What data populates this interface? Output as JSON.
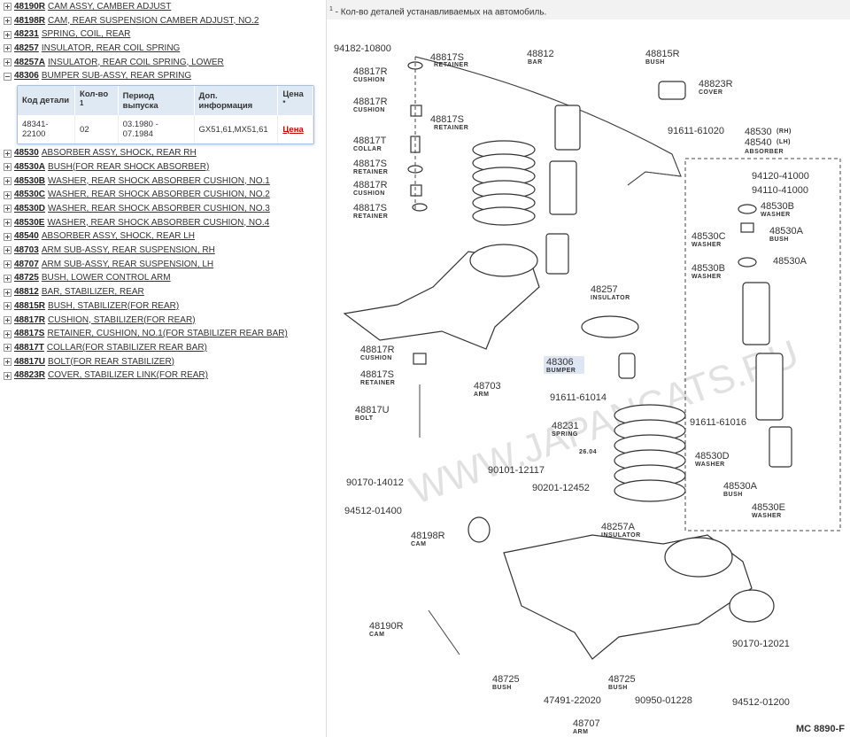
{
  "parts_list": [
    {
      "code": "48190R",
      "name": "CAM ASSY, CAMBER ADJUST",
      "expanded": false
    },
    {
      "code": "48198R",
      "name": "CAM, REAR SUSPENSION CAMBER ADJUST, NO.2",
      "expanded": false
    },
    {
      "code": "48231",
      "name": "SPRING, COIL, REAR",
      "expanded": false
    },
    {
      "code": "48257",
      "name": "INSULATOR, REAR COIL SPRING",
      "expanded": false
    },
    {
      "code": "48257A",
      "name": "INSULATOR, REAR COIL SPRING, LOWER",
      "expanded": false
    },
    {
      "code": "48306",
      "name": "BUMPER SUB-ASSY, REAR SPRING",
      "expanded": true
    },
    {
      "code": "48530",
      "name": "ABSORBER ASSY, SHOCK, REAR RH",
      "expanded": false
    },
    {
      "code": "48530A",
      "name": "BUSH(FOR REAR SHOCK ABSORBER)",
      "expanded": false
    },
    {
      "code": "48530B",
      "name": "WASHER, REAR SHOCK ABSORBER CUSHION, NO.1",
      "expanded": false
    },
    {
      "code": "48530C",
      "name": "WASHER, REAR SHOCK ABSORBER CUSHION, NO.2",
      "expanded": false
    },
    {
      "code": "48530D",
      "name": "WASHER, REAR SHOCK ABSORBER CUSHION, NO.3",
      "expanded": false
    },
    {
      "code": "48530E",
      "name": "WASHER, REAR SHOCK ABSORBER CUSHION, NO.4",
      "expanded": false
    },
    {
      "code": "48540",
      "name": "ABSORBER ASSY, SHOCK, REAR LH",
      "expanded": false
    },
    {
      "code": "48703",
      "name": "ARM SUB-ASSY, REAR SUSPENSION, RH",
      "expanded": false
    },
    {
      "code": "48707",
      "name": "ARM SUB-ASSY, REAR SUSPENSION, LH",
      "expanded": false
    },
    {
      "code": "48725",
      "name": "BUSH, LOWER CONTROL ARM",
      "expanded": false
    },
    {
      "code": "48812",
      "name": "BAR, STABILIZER, REAR",
      "expanded": false
    },
    {
      "code": "48815R",
      "name": "BUSH, STABILIZER(FOR REAR)",
      "expanded": false
    },
    {
      "code": "48817R",
      "name": "CUSHION, STABILIZER(FOR REAR)",
      "expanded": false
    },
    {
      "code": "48817S",
      "name": "RETAINER, CUSHION, NO.1(FOR STABILIZER REAR BAR)",
      "expanded": false
    },
    {
      "code": "48817T",
      "name": "COLLAR(FOR STABILIZER REAR BAR)",
      "expanded": false
    },
    {
      "code": "48817U",
      "name": "BOLT(FOR REAR STABILIZER)",
      "expanded": false
    },
    {
      "code": "48823R",
      "name": "COVER, STABILIZER LINK(FOR REAR)",
      "expanded": false
    }
  ],
  "detail_table": {
    "headers": {
      "code": "Код детали",
      "qty": "Кол-во",
      "qty_sup": "1",
      "period": "Период выпуска",
      "info": "Доп. информация",
      "price": "Цена",
      "price_sup": "*"
    },
    "rows": [
      {
        "code": "48341-22100",
        "qty": "02",
        "period": "03.1980 - 07.1984",
        "info": "GX51,61,MX51,61",
        "price": "Цена"
      }
    ]
  },
  "note": {
    "sup": "1",
    "text": " - Кол-во деталей устанавливаемых на автомобиль."
  },
  "diagram": {
    "labels": {
      "l_94182": "94182-10800",
      "l_48817S_a": "48817S",
      "s_48817S_a": "RETAINER",
      "l_48812": "48812",
      "s_48812": "BAR",
      "l_48815R": "48815R",
      "s_48815R": "BUSH",
      "l_48823R": "48823R",
      "s_48823R": "COVER",
      "l_48817R_a": "48817R",
      "s_48817R_a": "CUSHION",
      "l_48817R_b": "48817R",
      "s_48817R_b": "CUSHION",
      "l_48817S_b": "48817S",
      "s_48817S_b": "RETAINER",
      "l_91611_a": "91611-61020",
      "l_48817T": "48817T",
      "s_48817T": "COLLAR",
      "l_48817S_c": "48817S",
      "s_48817S_c": "RETAINER",
      "l_48817R_c": "48817R",
      "s_48817R_c": "CUSHION",
      "l_48817S_d": "48817S",
      "s_48817S_d": "RETAINER",
      "l_48530rh": "48530",
      "t_rh": "(RH)",
      "l_48540lh": "48540",
      "t_lh": "(LH)",
      "s_absorber": "ABSORBER",
      "l_94120": "94120-41000",
      "l_94110": "94110-41000",
      "l_48530B_a": "48530B",
      "s_48530B_a": "WASHER",
      "l_48530C": "48530C",
      "s_48530C": "WASHER",
      "l_48530A_a": "48530A",
      "s_48530A_a": "BUSH",
      "l_48530B_b": "48530B",
      "s_48530B_b": "WASHER",
      "l_48530A_b": "48530A",
      "l_48257": "48257",
      "s_48257": "INSULATOR",
      "l_48817R_d": "48817R",
      "s_48817R_d": "CUSHION",
      "l_48306": "48306",
      "s_48306": "BUMPER",
      "l_48703": "48703",
      "s_48703": "ARM",
      "l_48817S_e": "48817S",
      "s_48817S_e": "RETAINER",
      "l_91611_b": "91611-61014",
      "l_48817U": "48817U",
      "s_48817U": "BOLT",
      "l_48231": "48231",
      "s_48231": "SPRING",
      "l_91611_c": "91611-61016",
      "l_48530D": "48530D",
      "s_48530D": "WASHER",
      "l_90101": "90101-12117",
      "l_90170_a": "90170-14012",
      "l_90201": "90201-12452",
      "l_48530A_c": "48530A",
      "s_48530A_c": "BUSH",
      "l_48530E": "48530E",
      "s_48530E": "WASHER",
      "l_94512_a": "94512-01400",
      "l_48257A": "48257A",
      "s_48257A": "INSULATOR",
      "l_48198R": "48198R",
      "s_48198R": "CAM",
      "l_48190R": "48190R",
      "s_48190R": "CAM",
      "l_90170_b": "90170-12021",
      "l_48725_a": "48725",
      "s_48725_a": "BUSH",
      "l_48725_b": "48725",
      "s_48725_b": "BUSH",
      "l_47491": "47491-22020",
      "l_90950": "90950-01228",
      "l_94512_b": "94512-01200",
      "l_48707": "48707",
      "s_48707": "ARM",
      "mc": "MC 8890-F",
      "date": "26.04"
    },
    "watermark": "WWW.JAPANCATS.RU"
  }
}
